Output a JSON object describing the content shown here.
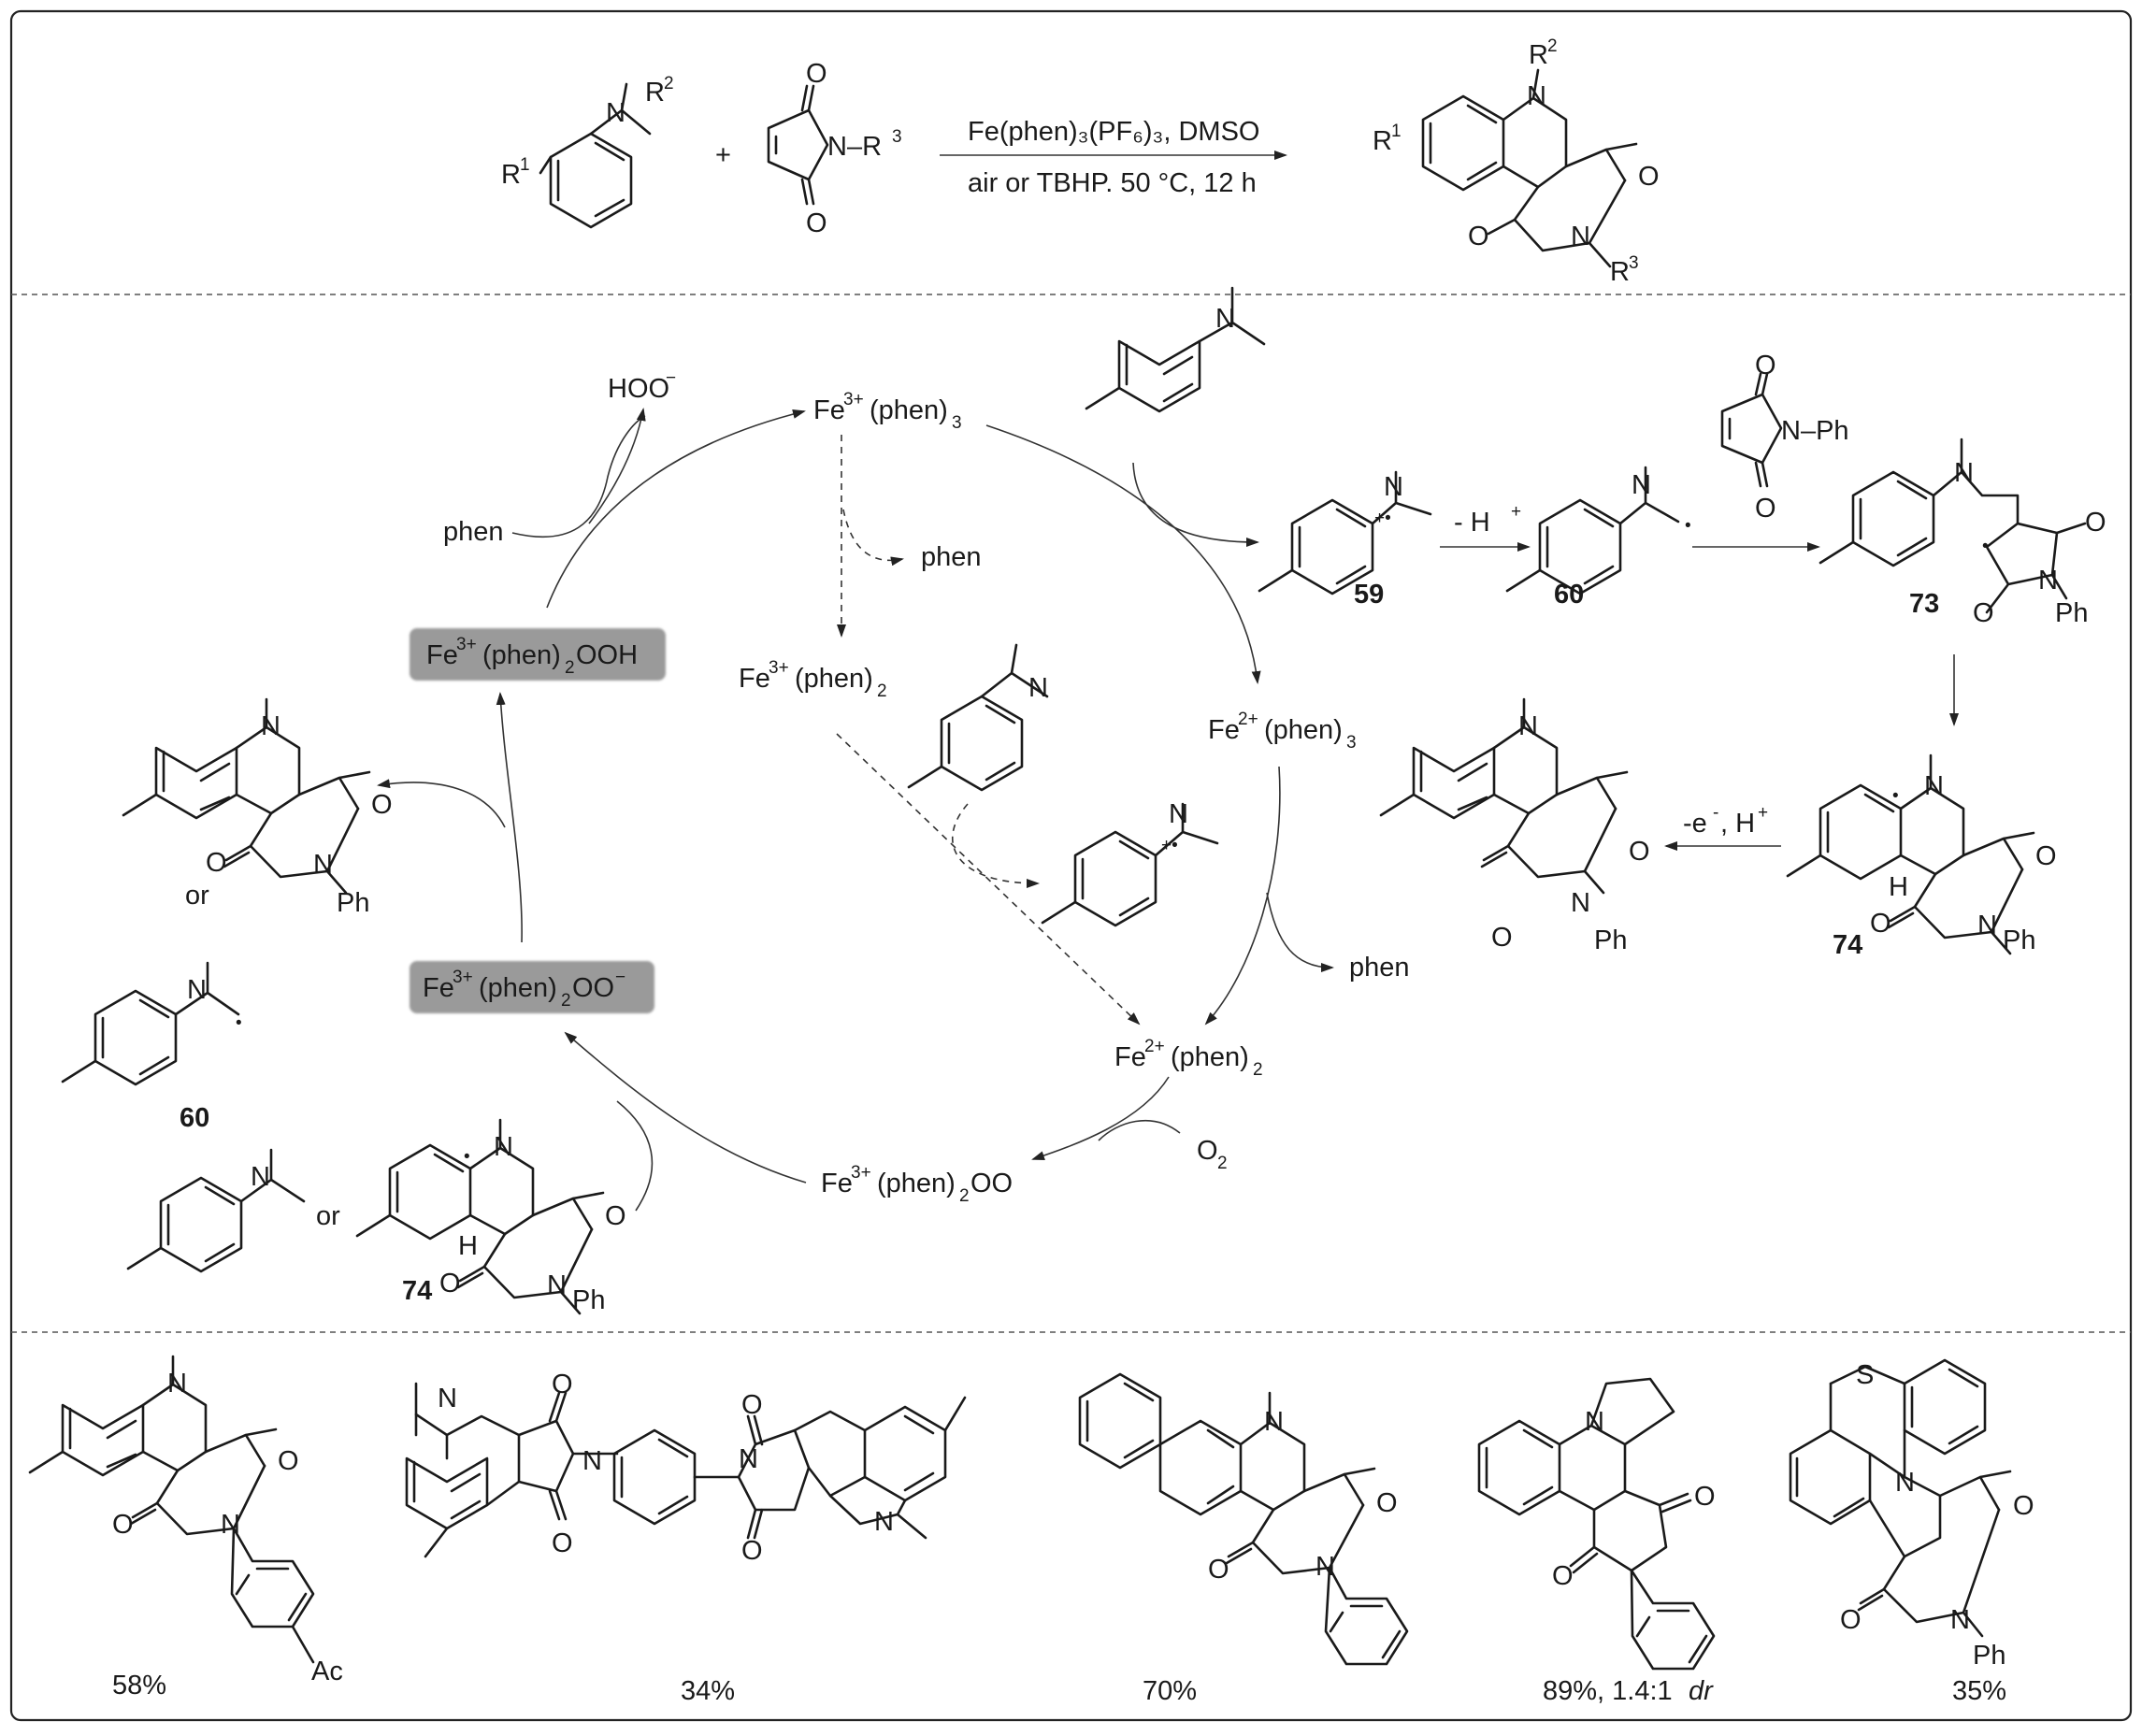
{
  "scheme": {
    "reagent_amine_r1": "R",
    "reagent_amine_r1_sup": "1",
    "reagent_amine_r2": "R",
    "reagent_amine_r2_sup": "2",
    "reagent_amine_n": "N",
    "plus": "+",
    "maleimide_o": "O",
    "maleimide_nr3": "N–R",
    "maleimide_r3_sup": "3",
    "conditions_top": "Fe(phen)₃(PF₆)₃, DMSO",
    "conditions_bottom": "air or TBHP. 50 °C, 12 h",
    "product_r1": "R",
    "product_r1_sup": "1",
    "product_r2": "R",
    "product_r2_sup": "2",
    "product_r3": "R",
    "product_r3_sup": "3",
    "atom_n": "N",
    "atom_o": "O"
  },
  "cycle": {
    "hoo": "HOO",
    "hoo_sup": "−",
    "fe3_phen3": "Fe",
    "fe3_phen3_sup": "3+",
    "fe3_phen3_rest": "(phen)",
    "fe3_phen3_sub": "3",
    "phen_in": "phen",
    "phen_out1": "phen",
    "phen_out2": "phen",
    "fe3_phen2": "Fe",
    "fe3_phen2_sup": "3+",
    "fe3_phen2_rest": "(phen)",
    "fe3_phen2_sub": "2",
    "fe3_phen2_ooh": "Fe",
    "fe3_phen2_ooh_sup": "3+",
    "fe3_phen2_ooh_rest": "(phen)",
    "fe3_phen2_ooh_sub": "2",
    "fe3_phen2_ooh_tail": "OOH",
    "fe3_phen2_oo_minus": "Fe",
    "fe3_phen2_oo_minus_sup": "3+",
    "fe3_phen2_oo_minus_rest": "(phen)",
    "fe3_phen2_oo_minus_sub": "2",
    "fe3_phen2_oo_minus_tail": "OO",
    "fe3_phen2_oo_minus_tail_sup": "−",
    "fe2_phen3": "Fe",
    "fe2_phen3_sup": "2+",
    "fe2_phen3_rest": "(phen)",
    "fe2_phen3_sub": "3",
    "fe2_phen2": "Fe",
    "fe2_phen2_sup": "2+",
    "fe2_phen2_rest": "(phen)",
    "fe2_phen2_sub": "2",
    "fe3_phen2_oo": "Fe",
    "fe3_phen2_oo_sup": "3+",
    "fe3_phen2_oo_rest": "(phen)",
    "fe3_phen2_oo_sub": "2",
    "fe3_phen2_oo_tail": "OO",
    "o2": "O",
    "o2_sub": "2",
    "minus_h": "- H",
    "minus_h_sup": "+",
    "minus_e": "-e",
    "minus_e_sup": "-",
    "minus_e_rest": ", H",
    "minus_e_rest_sup": "+",
    "or1": "or",
    "or2": "or",
    "ph": "Ph",
    "n_ph": "N–Ph",
    "atom_n": "N",
    "atom_o": "O",
    "atom_h": "H",
    "radical_cation": "+•",
    "radical_dot": "•",
    "label_59": "59",
    "label_60a": "60",
    "label_60b": "60",
    "label_73": "73",
    "label_74a": "74",
    "label_74b": "74"
  },
  "products": {
    "ac": "Ac",
    "ph": "Ph",
    "atom_n": "N",
    "atom_o": "O",
    "atom_s": "S",
    "yield_1": "58%",
    "yield_2": "34%",
    "yield_3": "70%",
    "yield_4_prefix": "89%, 1.4:1 ",
    "yield_4_dr": "dr",
    "yield_5": "35%"
  }
}
